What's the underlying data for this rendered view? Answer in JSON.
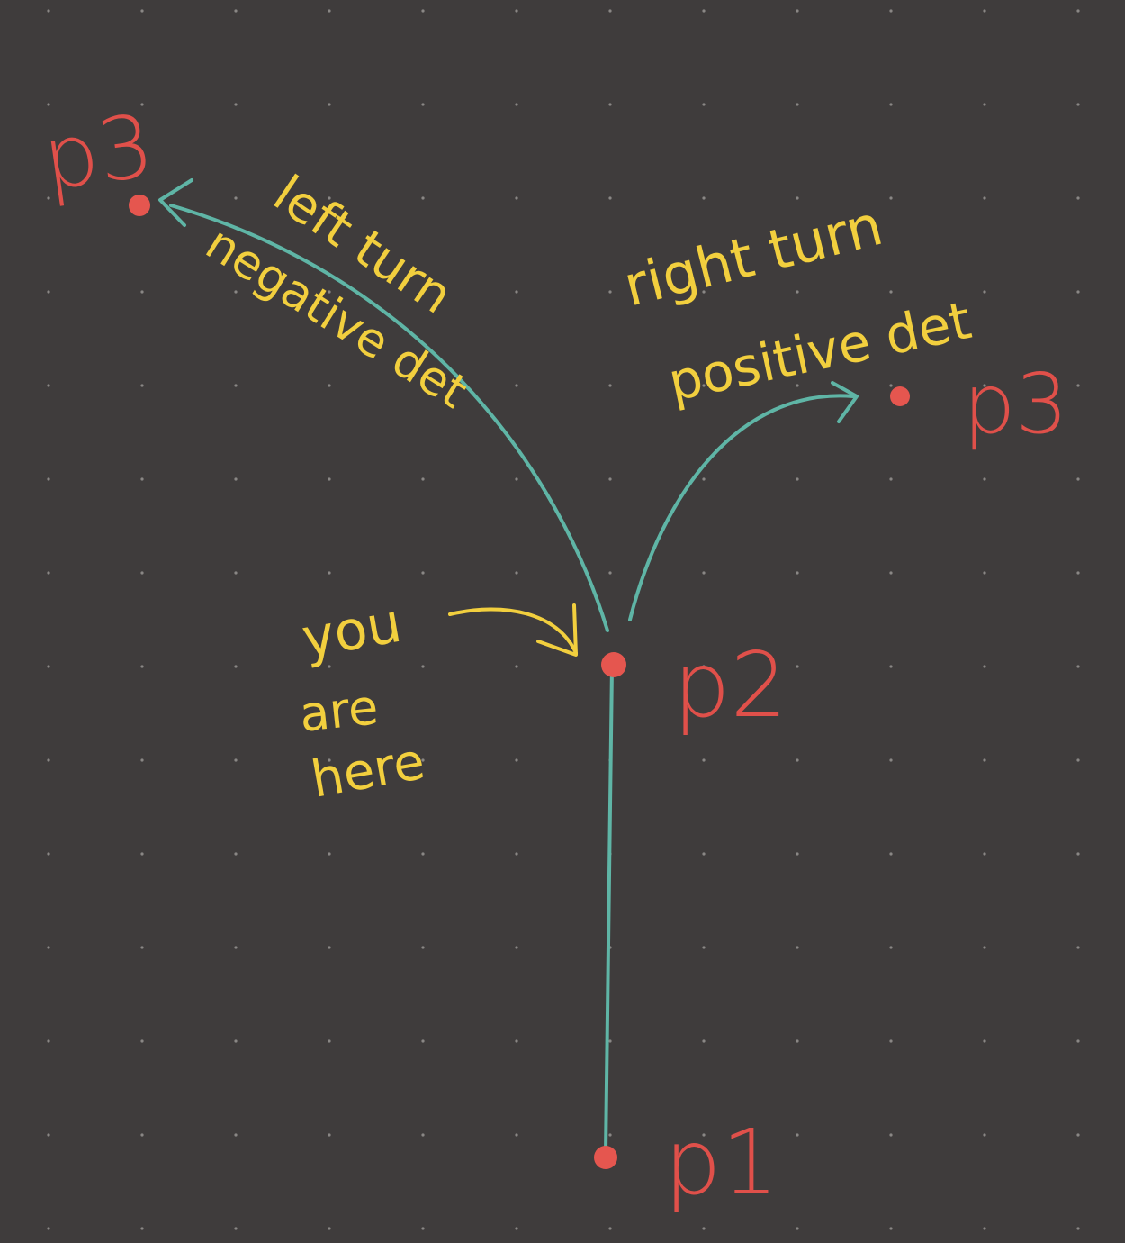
{
  "colors": {
    "background": "#3f3c3c",
    "dot_grid": "#8a8785",
    "path": "#5fb5a6",
    "point": "#e5564f",
    "label_red": "#e0504a",
    "annotation": "#f2cf3e"
  },
  "points": {
    "p1": "p1",
    "p2": "p2",
    "p3_left": "p3",
    "p3_right": "p3"
  },
  "annotations": {
    "left_line1": "left turn",
    "left_line2": "negative det",
    "right_line1": "right turn",
    "right_line2": "positive det",
    "you_line1": "you",
    "you_line2": "are",
    "you_line3": "here"
  }
}
